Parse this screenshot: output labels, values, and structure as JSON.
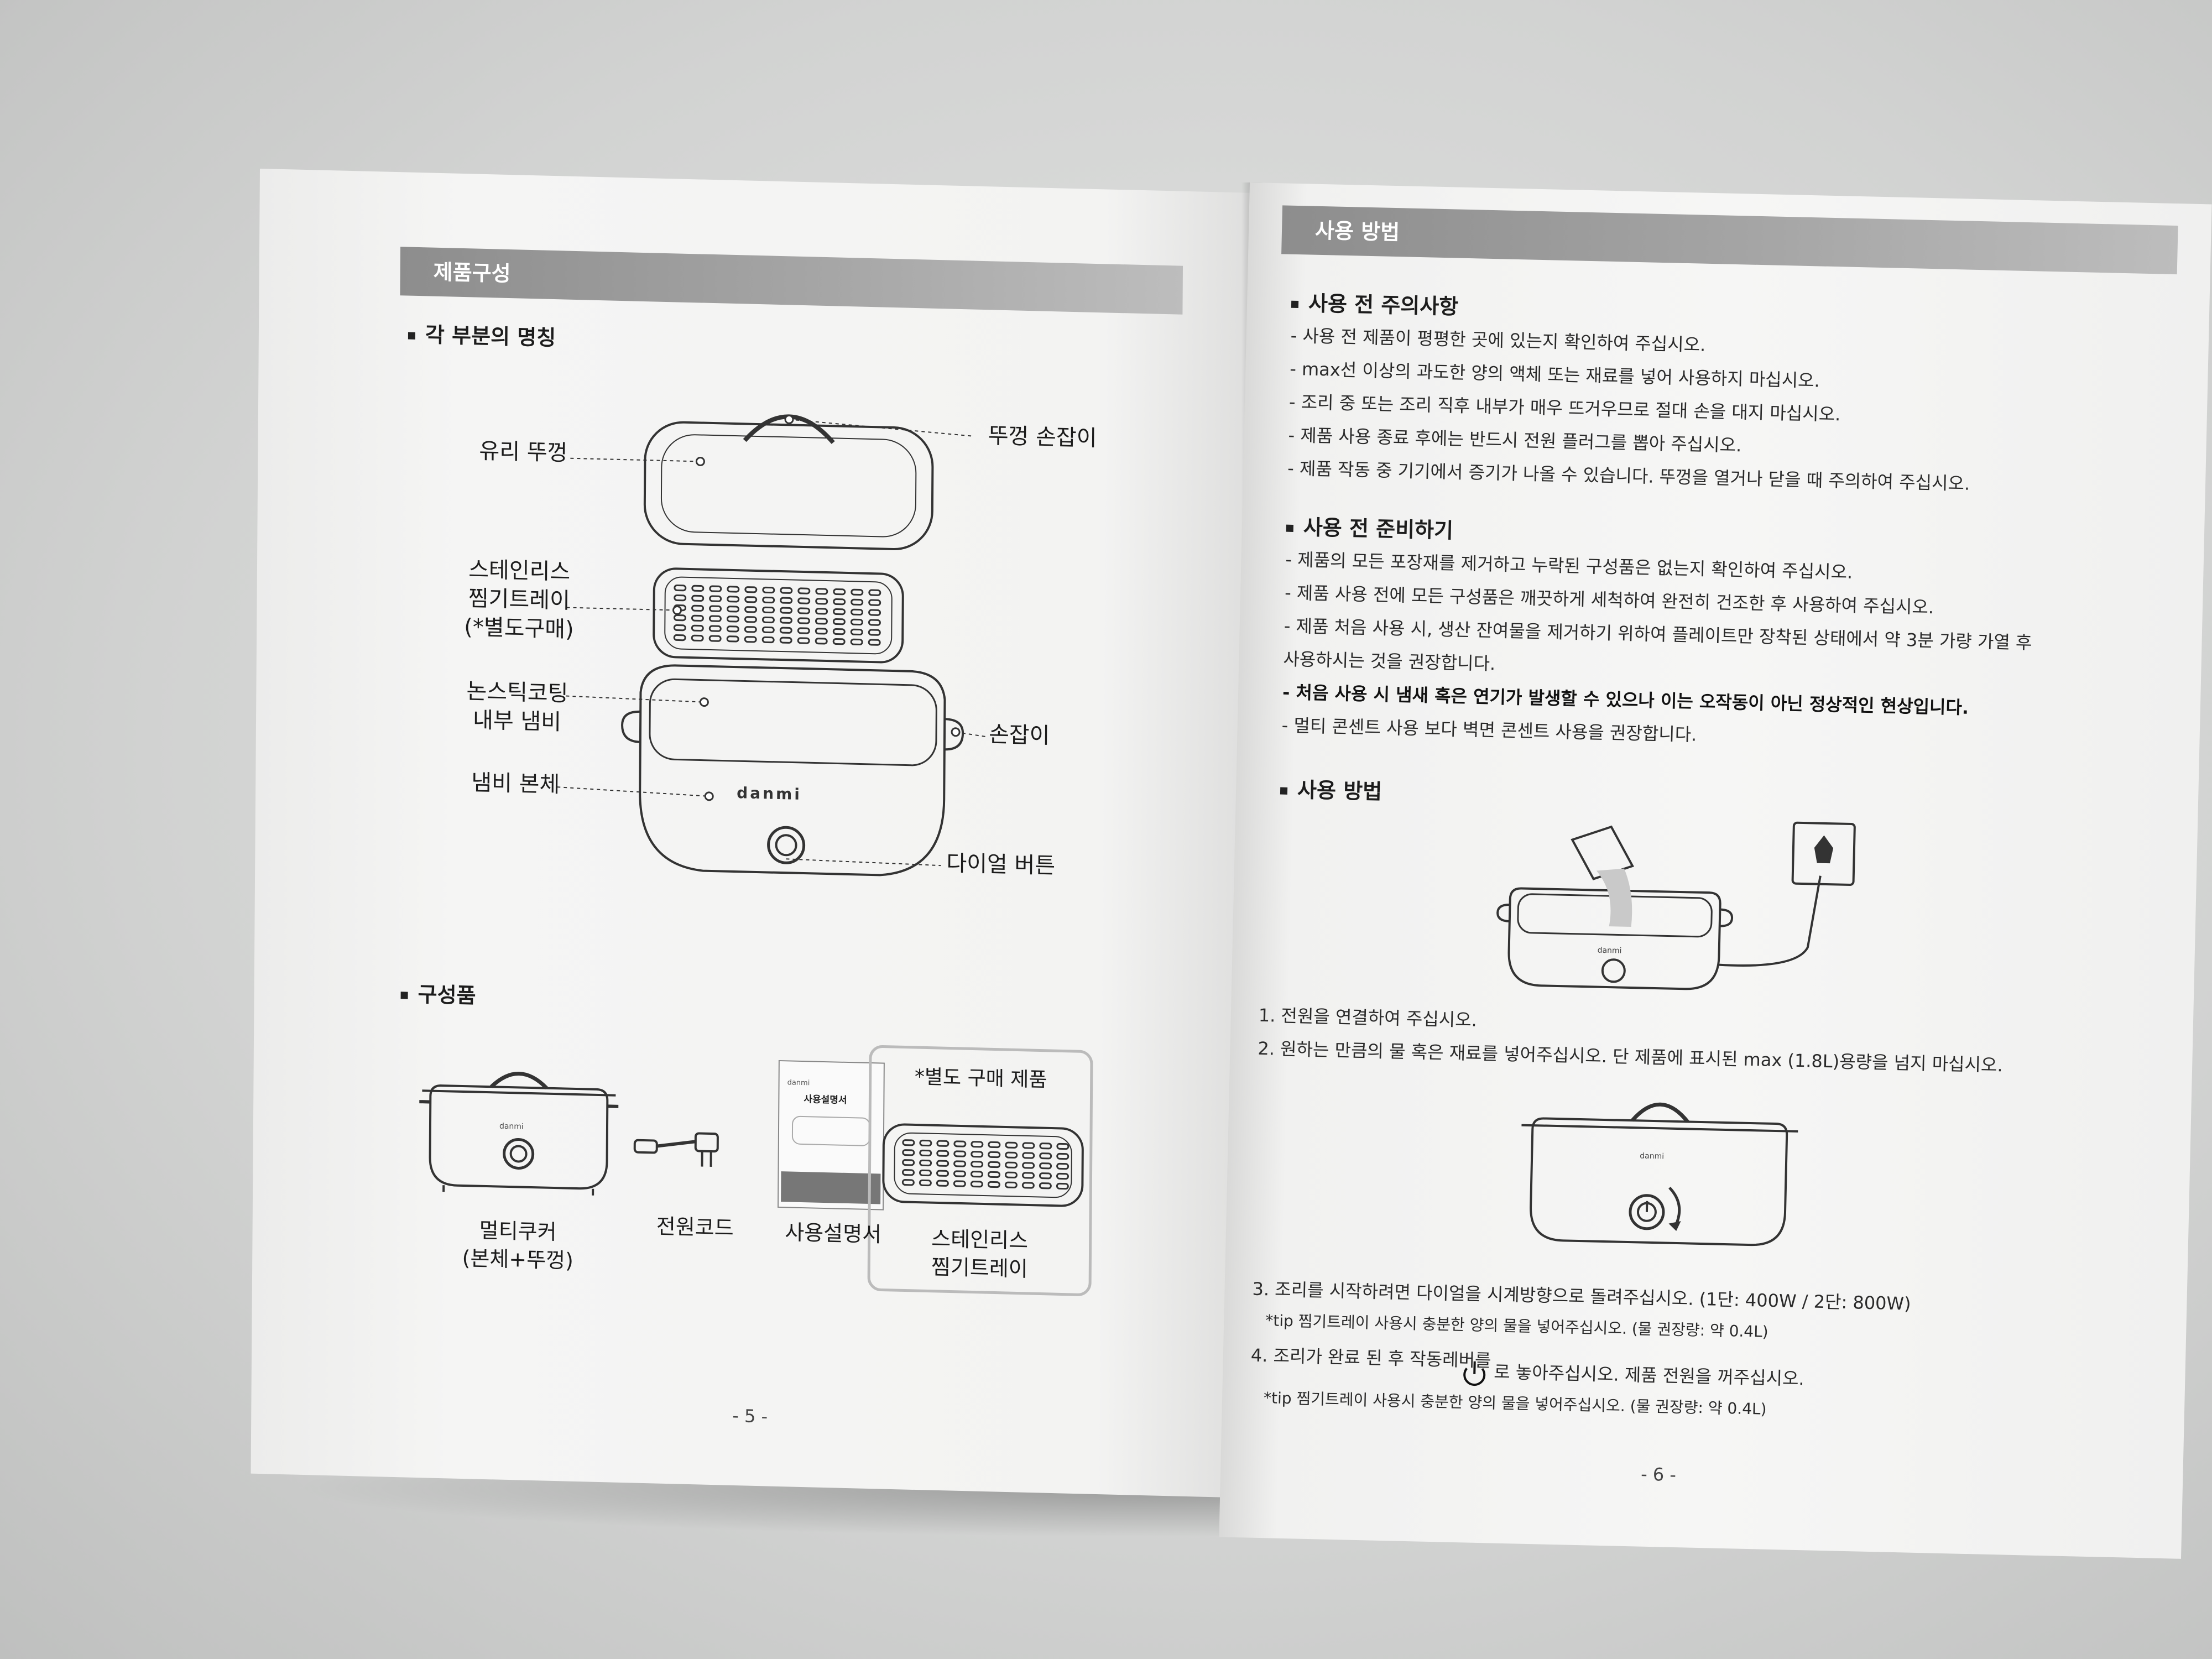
{
  "left_page": {
    "section_title": "제품구성",
    "parts_heading": "각 부분의 명칭",
    "parts": {
      "glass_lid": "유리 뚜껑",
      "lid_handle": "뚜껑 손잡이",
      "steam_tray": [
        "스테인리스",
        "찜기트레이",
        "(*별도구매)"
      ],
      "inner_pot": [
        "논스틱코팅",
        "내부 냄비"
      ],
      "side_handle": "손잡이",
      "pot_body": "냄비 본체",
      "dial_button": "다이얼 버튼"
    },
    "brand": "danmi",
    "components_heading": "구성품",
    "components": {
      "cooker": [
        "멀티쿠커",
        "(본체+뚜껑)"
      ],
      "cord": "전원코드",
      "manual": "사용설명서",
      "manual_title": "사용설명서",
      "optional_tag": "*별도 구매 제품",
      "tray": [
        "스테인리스",
        "찜기트레이"
      ]
    },
    "page_number": "- 5 -"
  },
  "right_page": {
    "section_title": "사용 방법",
    "caution_heading": "사용 전 주의사항",
    "caution_lines": [
      "- 사용 전 제품이 평평한 곳에 있는지 확인하여 주십시오.",
      "- max선 이상의 과도한 양의 액체 또는 재료를 넣어 사용하지 마십시오.",
      "- 조리 중 또는 조리 직후 내부가 매우 뜨거우므로 절대 손을 대지 마십시오.",
      "- 제품 사용 종료 후에는 반드시 전원 플러그를 뽑아 주십시오.",
      "- 제품 작동 중 기기에서 증기가 나올 수 있습니다. 뚜껑을 열거나 닫을 때 주의하여 주십시오."
    ],
    "prep_heading": "사용 전 준비하기",
    "prep_lines": [
      "- 제품의 모든 포장재를 제거하고 누락된 구성품은 없는지 확인하여 주십시오.",
      "- 제품 사용 전에 모든 구성품은 깨끗하게 세척하여 완전히 건조한 후 사용하여 주십시오.",
      "- 제품 처음 사용 시, 생산 잔여물을 제거하기 위하여 플레이트만 장착된 상태에서 약 3분 가량 가열 후",
      "사용하시는 것을 권장합니다."
    ],
    "prep_bold_line": "- 처음 사용 시 냄새 혹은 연기가 발생할 수 있으나 이는 오작동이 아닌 정상적인 현상입니다.",
    "prep_last_line": "- 멀티 콘센트 사용 보다 벽면 콘센트 사용을 권장합니다.",
    "usage_heading": "사용 방법",
    "steps": [
      "1. 전원을 연결하여 주십시오.",
      "2. 원하는 만큼의 물 혹은 재료를 넣어주십시오. 단 제품에 표시된 max (1.8L)용량을 넘지 마십시오.",
      "3. 조리를 시작하려면 다이얼을 시계방향으로 돌려주십시오. (1단: 400W / 2단: 800W)",
      "*tip 찜기트레이 사용시 충분한 양의 물을 넣어주십시오. (물 권장량: 약 0.4L)",
      "4. 조리가 완료 된 후 작동레버를",
      "로 놓아주십시오. 제품 전원을 꺼주십시오.",
      "*tip 찜기트레이 사용시 충분한 양의 물을 넣어주십시오. (물 권장량: 약 0.4L)"
    ],
    "page_number": "- 6 -"
  },
  "colors": {
    "background": "#d5d6d5",
    "paper": "#f4f4f3",
    "section_bar": "#a0a0a0",
    "text": "#1c1c1c"
  },
  "icons": [
    "power-icon",
    "clockwise-arrow-icon",
    "wall-socket-icon"
  ]
}
